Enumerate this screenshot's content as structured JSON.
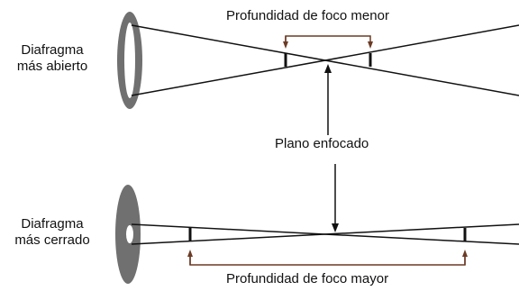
{
  "top": {
    "aperture_label_line1": "Diafragma",
    "aperture_label_line2": "más abierto",
    "depth_label": "Profundidad de foco menor"
  },
  "focus_plane_label": "Plano enfocado",
  "bottom": {
    "aperture_label_line1": "Diafragma",
    "aperture_label_line2": "más cerrado",
    "depth_label": "Profundidad de foco mayor"
  },
  "colors": {
    "ring": "#707070",
    "ray": "#111111",
    "bracket": "#6b3a24"
  }
}
